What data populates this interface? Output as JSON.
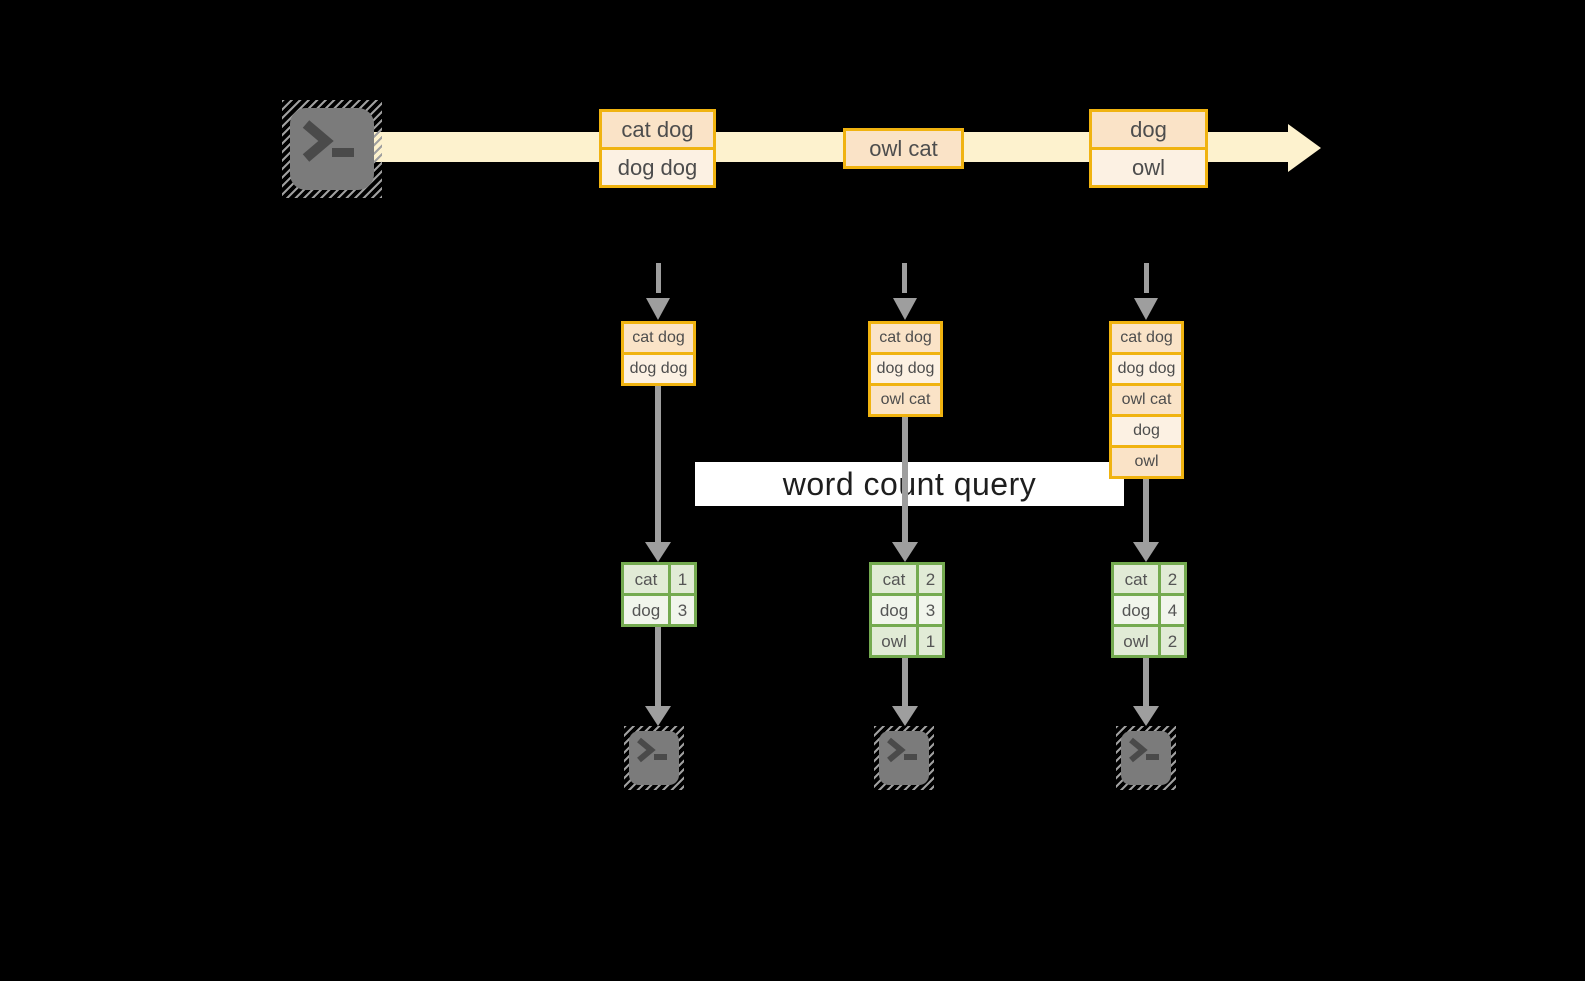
{
  "diagram": {
    "banner_label": "word count query",
    "stream_records": [
      {
        "rows": [
          "cat dog",
          "dog dog"
        ]
      },
      {
        "rows": [
          "owl cat"
        ]
      },
      {
        "rows": [
          "dog",
          "owl"
        ]
      }
    ],
    "columns": [
      {
        "buffer": [
          "cat dog",
          "dog dog"
        ],
        "counts": [
          {
            "word": "cat",
            "count": "1"
          },
          {
            "word": "dog",
            "count": "3"
          }
        ]
      },
      {
        "buffer": [
          "cat dog",
          "dog dog",
          "owl cat"
        ],
        "counts": [
          {
            "word": "cat",
            "count": "2"
          },
          {
            "word": "dog",
            "count": "3"
          },
          {
            "word": "owl",
            "count": "1"
          }
        ]
      },
      {
        "buffer": [
          "cat dog",
          "dog dog",
          "owl cat",
          "dog",
          "owl"
        ],
        "counts": [
          {
            "word": "cat",
            "count": "2"
          },
          {
            "word": "dog",
            "count": "4"
          },
          {
            "word": "owl",
            "count": "2"
          }
        ]
      }
    ],
    "icons": {
      "source": "terminal-icon",
      "sinks": [
        "terminal-icon",
        "terminal-icon",
        "terminal-icon"
      ]
    },
    "colors": {
      "background": "#000000",
      "stream_band": "#FDF2CE",
      "record_border": "#F0B310",
      "record_fill_dark": "#FAE3C7",
      "record_fill_light": "#FCF1E3",
      "record_text": "#4D4D4D",
      "arrow": "#9E9E9E",
      "table_border": "#74AA50",
      "table_fill_dark": "#E1EBD6",
      "table_fill_light": "#F1F5EC",
      "table_text": "#555555",
      "banner_bg": "#FFFFFF",
      "banner_text": "#1E1E1E",
      "terminal_fill": "#7B7B7B"
    }
  }
}
